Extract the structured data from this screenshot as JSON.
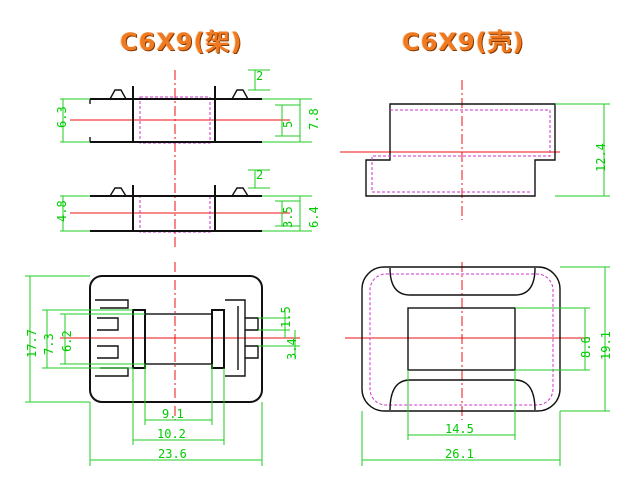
{
  "titles": {
    "left": "C6X9(架)",
    "right": "C6X9(壳)"
  },
  "colors": {
    "title": "#f07a22",
    "outline": "#111111",
    "dimension": "#22cc22",
    "centerline": "#ee1111",
    "hidden": "#cc33cc"
  },
  "dimensions": {
    "bobbin_side_top": {
      "pin_height": "2",
      "width_left": "6.3",
      "inner": "5",
      "width_right": "7.8"
    },
    "bobbin_side_mid": {
      "pin_height": "2",
      "width_left": "4.8",
      "inner": "3.5",
      "width_right": "6.4"
    },
    "bobbin_top": {
      "height": "17.7",
      "h2": "7.3",
      "h3": "6.2",
      "slot": "1.5",
      "slot2": "3.4",
      "core": "9.1",
      "flange": "10.2",
      "width": "23.6"
    },
    "shell_side": {
      "height": "12.4"
    },
    "shell_top": {
      "inner_h": "8.6",
      "height": "19.1",
      "inner_w": "14.5",
      "width": "26.1"
    }
  }
}
